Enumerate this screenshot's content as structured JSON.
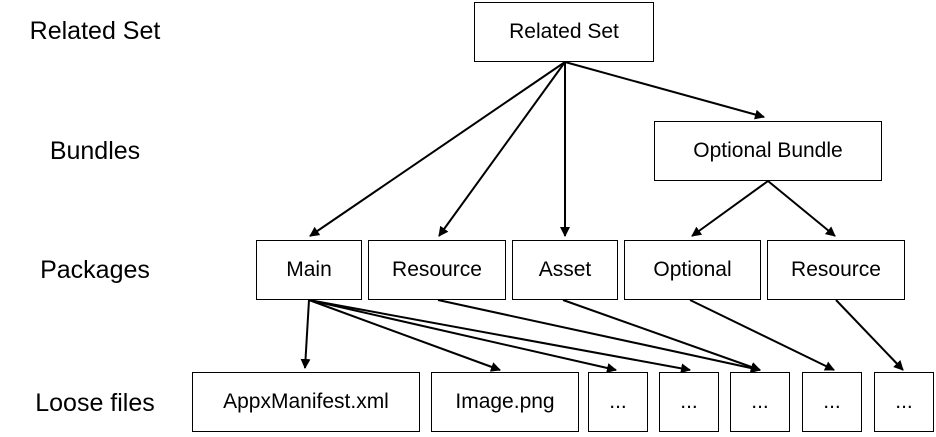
{
  "rows": {
    "related_set": "Related Set",
    "bundles": "Bundles",
    "packages": "Packages",
    "loose_files": "Loose files"
  },
  "nodes": {
    "related_set": "Related Set",
    "optional_bundle": "Optional Bundle",
    "pkg_main": "Main",
    "pkg_resource": "Resource",
    "pkg_asset": "Asset",
    "pkg_optional": "Optional",
    "pkg_resource2": "Resource",
    "file_manifest": "AppxManifest.xml",
    "file_image": "Image.png",
    "file_more_1": "...",
    "file_more_2": "...",
    "file_more_3": "...",
    "file_more_4": "...",
    "file_more_5": "..."
  },
  "edges": [
    [
      "related_set",
      "pkg_main"
    ],
    [
      "related_set",
      "pkg_resource"
    ],
    [
      "related_set",
      "pkg_asset"
    ],
    [
      "related_set",
      "optional_bundle"
    ],
    [
      "optional_bundle",
      "pkg_optional"
    ],
    [
      "optional_bundle",
      "pkg_resource2"
    ],
    [
      "pkg_main",
      "file_manifest"
    ],
    [
      "pkg_main",
      "file_image"
    ],
    [
      "pkg_main",
      "file_more_1"
    ],
    [
      "pkg_main",
      "file_more_2"
    ],
    [
      "pkg_resource",
      "file_more_2"
    ],
    [
      "pkg_asset",
      "file_more_3"
    ],
    [
      "pkg_optional",
      "file_more_4"
    ],
    [
      "pkg_resource2",
      "file_more_5"
    ]
  ],
  "colors": {
    "stroke": "#000000",
    "background": "#ffffff"
  }
}
